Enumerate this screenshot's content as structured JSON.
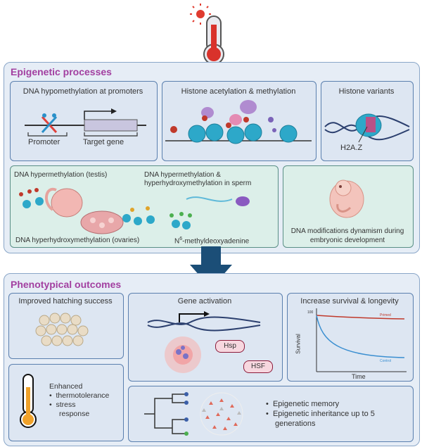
{
  "epigenetic": {
    "title": "Epigenetic processes",
    "dna_hypo": {
      "title": "DNA hypomethylation at promoters",
      "promoter": "Promoter",
      "target": "Target gene"
    },
    "histone_acet": {
      "title": "Histone acetylation & methylation"
    },
    "histone_var": {
      "title": "Histone variants",
      "label": "H2A.Z"
    },
    "hyper_testis": "DNA hypermethylation (testis)",
    "hyper_sperm_line1": "DNA hypermethylation &",
    "hyper_sperm_line2": "hyperhydroxymethylation in sperm",
    "hyperhydroxy_ovaries": "DNA hyperhydroxymethylation (ovaries)",
    "n6_prefix": "N",
    "n6_sup": "6",
    "n6_suffix": "-methyldeoxyadenine",
    "embryo_line1": "DNA modifications dynamism during",
    "embryo_line2": "embryonic development"
  },
  "phenotypic": {
    "title": "Phenotypical outcomes",
    "hatching": {
      "title": "Improved hatching success"
    },
    "gene_activation": {
      "title": "Gene activation",
      "hsp": "Hsp",
      "hsf": "HSF"
    },
    "survival": {
      "title": "Increase survival & longevity",
      "ylabel": "Survival",
      "xlabel": "Time",
      "ytick": "100",
      "primed": "Primed",
      "control": "Control"
    },
    "enhanced": {
      "label": "Enhanced",
      "items": [
        "thermotolerance",
        "stress",
        "response"
      ]
    },
    "memory": {
      "item1": "Epigenetic memory",
      "item2_line1": "Epigenetic inheritance up to 5",
      "item2_line2": "generations"
    }
  },
  "colors": {
    "accent_title": "#a23fa0",
    "arrow": "#1b4e77",
    "thermo_red": "#d9322b",
    "thermo_orange": "#f0a22a",
    "primed_line": "#c0392b",
    "control_line": "#3b8fd1"
  }
}
